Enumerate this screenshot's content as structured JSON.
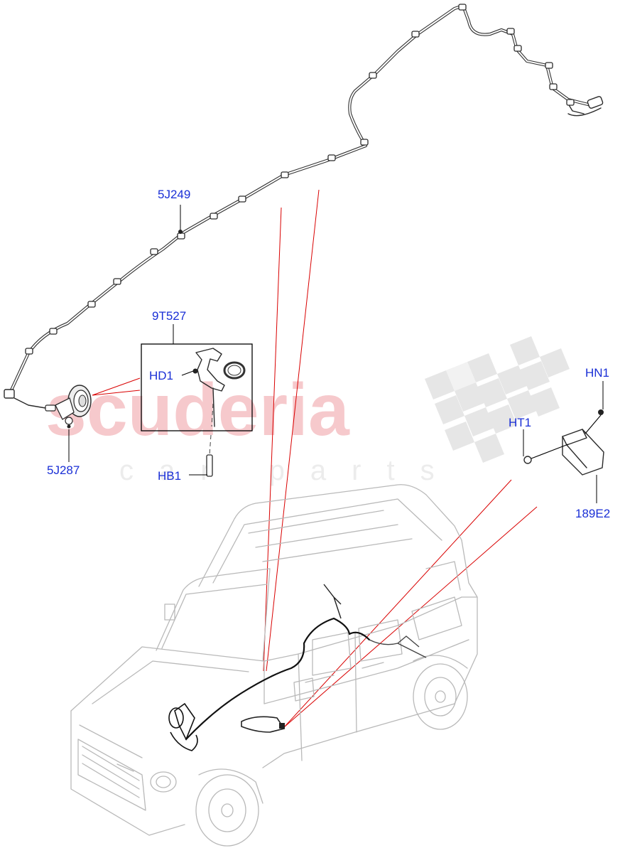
{
  "watermark": {
    "main": "scuderia",
    "sub": "car parts"
  },
  "callouts": {
    "c5J249": "5J249",
    "c9T527": "9T527",
    "cHD1": "HD1",
    "c5J287": "5J287",
    "cHB1": "HB1",
    "cHN1": "HN1",
    "cHT1": "HT1",
    "c189E2": "189E2"
  },
  "colors": {
    "callout_text": "#1a2fd6",
    "pointer_lines": "#d90000",
    "watermark": "#f6c9cc"
  }
}
